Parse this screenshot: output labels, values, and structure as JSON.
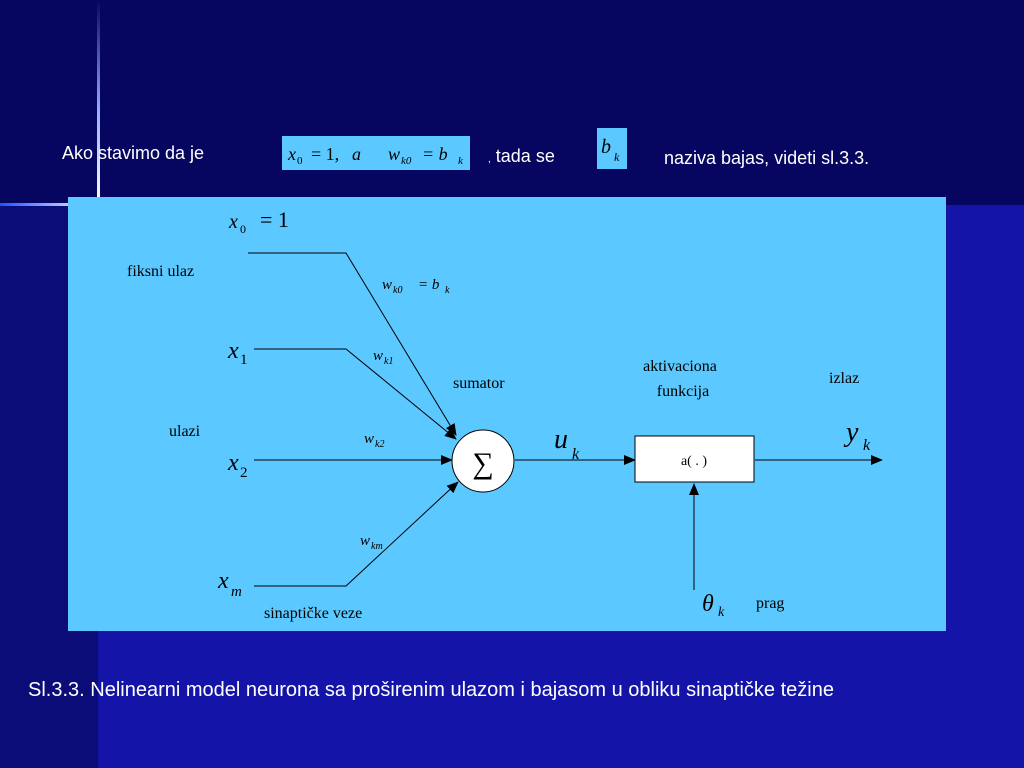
{
  "slide": {
    "intro_text": "Ako stavimo da je",
    "tada_comma": ",",
    "tada_text": " tada se",
    "naziva_text": "naziva bajas, videti sl.3.3.",
    "caption": "Sl.3.3. Nelinearni model neurona sa proširenim ulazom i bajasom u obliku sinaptičke težine"
  },
  "formula": {
    "x0": "x",
    "x0_sub": "0",
    "eq": "= 1,",
    "a": "a",
    "w": "w",
    "w_sub": "k0",
    "eq2": "= b",
    "b_sub": "k"
  },
  "bk": {
    "b": "b",
    "sub": "k"
  },
  "diagram": {
    "x0_label": "x",
    "x0_sub": "0",
    "x0_eq": "= 1",
    "fiksni_ulaz": "fiksni ulaz",
    "wk0_label": "w",
    "wk0_sub": "k0",
    "wk0_eq": "= b",
    "wk0_bsub": "k",
    "x1_label": "x",
    "x1_sub": "1",
    "wk1_label": "w",
    "wk1_sub": "k1",
    "sumator": "sumator",
    "aktivaciona": "aktivaciona",
    "funkcija": "funkcija",
    "izlaz": "izlaz",
    "ulazi": "ulazi",
    "wk2_label": "w",
    "wk2_sub": "k2",
    "x2_label": "x",
    "x2_sub": "2",
    "sigma": "∑",
    "uk_label": "u",
    "uk_sub": "k",
    "activation": "a( . )",
    "yk_label": "y",
    "yk_sub": "k",
    "wkm_label": "w",
    "wkm_sub": "km",
    "xm_label": "x",
    "xm_sub": "m",
    "theta_label": "θ",
    "theta_sub": "k",
    "prag": "prag",
    "sinapticke": "sinaptičke veze"
  }
}
